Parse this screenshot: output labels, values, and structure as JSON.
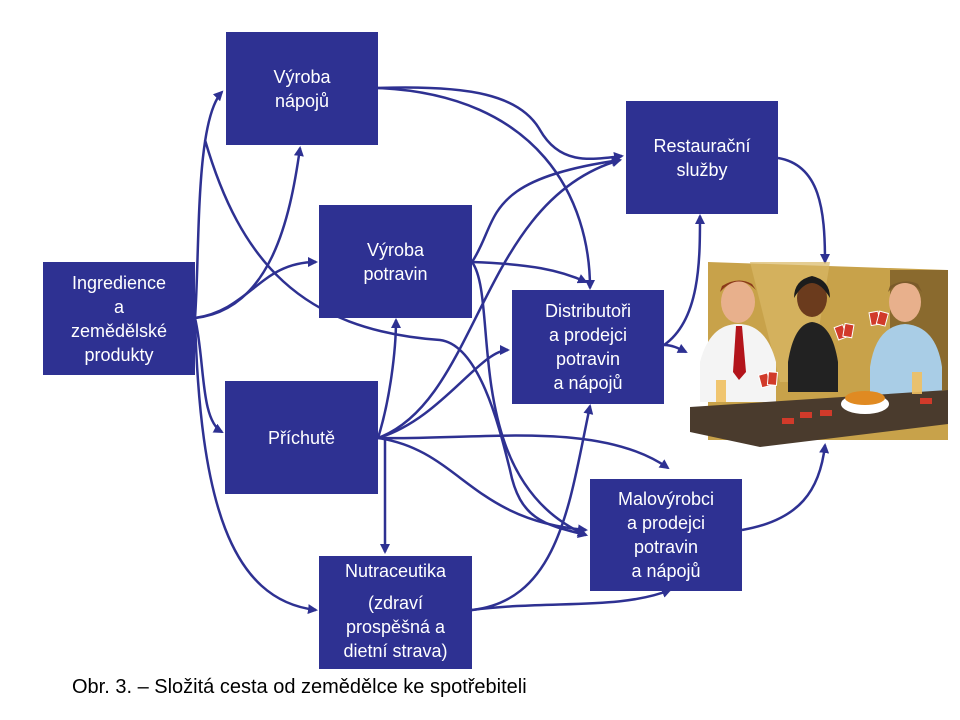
{
  "boxes": {
    "vyroba_napoju": "Výroba\nnápojů",
    "restauracni": "Restaurační\nslužby",
    "vyroba_potravin": "Výroba\npotravin",
    "ingredience": "Ingredience\na\nzemědělské\nprodukty",
    "distributori": "Distributoři\na prodejci\npotravin\na nápojů",
    "prichute": "Příchutě",
    "malovyrobci": "Malovýrobci\na prodejci\npotravin\na nápojů",
    "nutra_title": "Nutraceutika",
    "nutra_sub": "(zdraví\nprospěšná a\ndietní strava)"
  },
  "caption": "Obr. 3. – Složitá cesta od zemědělce ke spotřebiteli",
  "colors": {
    "box_fill": "#2e3192",
    "arrow": "#2e3192",
    "box_text": "#ffffff"
  },
  "illustration": "consumers-dining-playing-cards"
}
